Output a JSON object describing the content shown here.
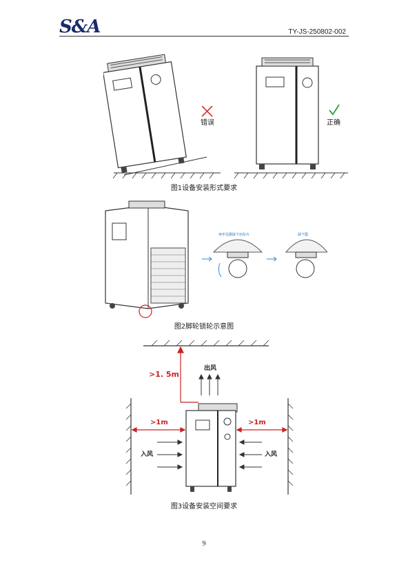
{
  "header": {
    "logo_text": "S&A",
    "doc_number": "TY-JS-250802-002"
  },
  "figure1": {
    "wrong_label": "错误",
    "right_label": "正确",
    "caption": "图1设备安装形式要求"
  },
  "figure2": {
    "step1_note": "用手往脚踩下刹车片",
    "step2_note": "踩下图",
    "caption": "图2脚轮锁轮示意图"
  },
  "figure3": {
    "top_clearance": ">1. 5m",
    "outlet_label": "出风",
    "left_clearance": ">1m",
    "right_clearance": ">1m",
    "left_inlet_label": "入风",
    "right_inlet_label": "入风",
    "caption": "图3设备安装空间要求"
  },
  "footer": {
    "page_number": "9"
  },
  "colors": {
    "logo": "#1b2a6b",
    "wrong_mark": "#d9322b",
    "right_mark": "#2e9c3a",
    "dimension": "#cc2222",
    "note": "#3b86c8"
  }
}
